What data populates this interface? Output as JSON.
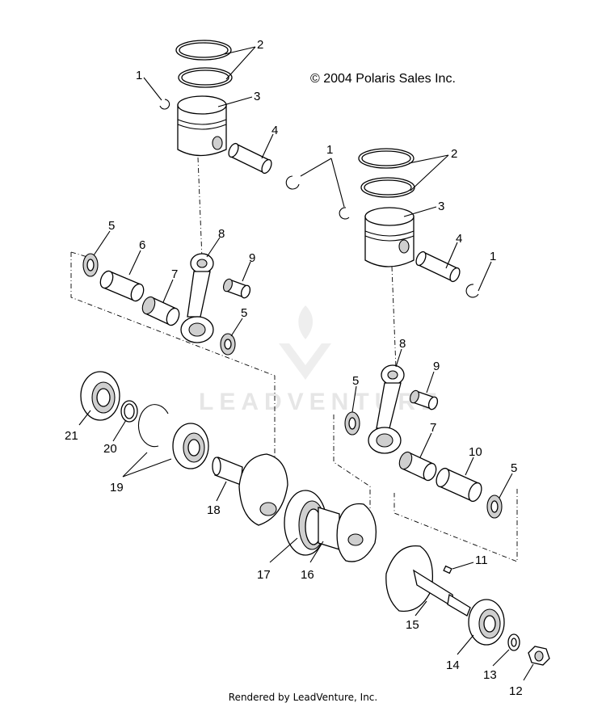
{
  "copyright": "© 2004 Polaris Sales Inc.",
  "footer": "Rendered by LeadVenture, Inc.",
  "watermark": "LEADVENTURE",
  "callouts": [
    {
      "id": "c1a",
      "text": "1"
    },
    {
      "id": "c2a",
      "text": "2"
    },
    {
      "id": "c3a",
      "text": "3"
    },
    {
      "id": "c4a",
      "text": "4"
    },
    {
      "id": "c1b",
      "text": "1"
    },
    {
      "id": "c2b",
      "text": "2"
    },
    {
      "id": "c3b",
      "text": "3"
    },
    {
      "id": "c4b",
      "text": "4"
    },
    {
      "id": "c1c",
      "text": "1"
    },
    {
      "id": "c5a",
      "text": "5"
    },
    {
      "id": "c6",
      "text": "6"
    },
    {
      "id": "c7a",
      "text": "7"
    },
    {
      "id": "c8a",
      "text": "8"
    },
    {
      "id": "c9a",
      "text": "9"
    },
    {
      "id": "c5b",
      "text": "5"
    },
    {
      "id": "c8b",
      "text": "8"
    },
    {
      "id": "c9b",
      "text": "9"
    },
    {
      "id": "c5c",
      "text": "5"
    },
    {
      "id": "c7b",
      "text": "7"
    },
    {
      "id": "c10",
      "text": "10"
    },
    {
      "id": "c5d",
      "text": "5"
    },
    {
      "id": "c21",
      "text": "21"
    },
    {
      "id": "c20",
      "text": "20"
    },
    {
      "id": "c19",
      "text": "19"
    },
    {
      "id": "c18",
      "text": "18"
    },
    {
      "id": "c17",
      "text": "17"
    },
    {
      "id": "c16",
      "text": "16"
    },
    {
      "id": "c11",
      "text": "11"
    },
    {
      "id": "c15",
      "text": "15"
    },
    {
      "id": "c14",
      "text": "14"
    },
    {
      "id": "c13",
      "text": "13"
    },
    {
      "id": "c12",
      "text": "12"
    }
  ]
}
